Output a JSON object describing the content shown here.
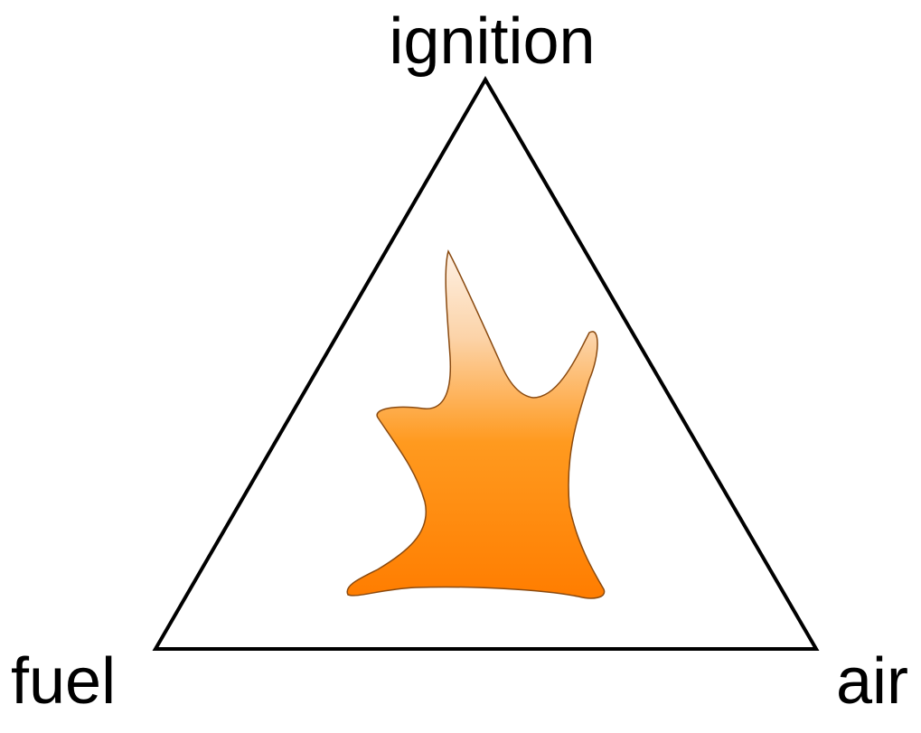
{
  "diagram": {
    "vertices": {
      "top": "ignition",
      "bottom_left": "fuel",
      "bottom_right": "air"
    },
    "center_icon": "flame-icon",
    "colors": {
      "outline": "#000000",
      "flame_top": "#fde0c2",
      "flame_mid": "#ff9a1f",
      "flame_bottom": "#ff7d00"
    }
  }
}
